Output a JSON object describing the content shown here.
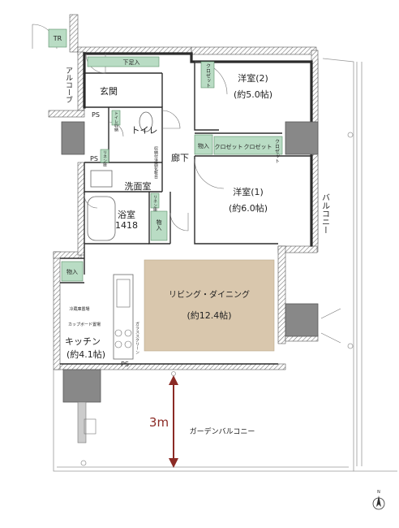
{
  "rooms": {
    "tr": "TR",
    "alcove": "アルコーブ",
    "shoe_closet": "下足入",
    "entrance": "玄関",
    "western2_name": "洋室(2)",
    "western2_area": "(約5.0帖)",
    "closet_w2": "クロゼット",
    "ps_top": "PS",
    "ps_mid": "PS",
    "ps_kitchen": "PS",
    "toilet": "トイレ",
    "toilet_storage": "トイレ収納",
    "hallway": "廊下",
    "storage_hall1": "物入",
    "closet1": "クロゼット",
    "closet2": "クロゼット",
    "closet3": "クロゼット",
    "linen": "リネン庫",
    "wash_storage": "収納付洗面化粧台",
    "washroom": "洗面室",
    "western1_name": "洋室(1)",
    "western1_area": "(約6.0帖)",
    "balcony": "バルコニー",
    "bath_name": "浴室",
    "bath_size": "1418",
    "linen2": "リネン庫",
    "storage_bath": "物入",
    "storage_kitchen": "物入",
    "living_name": "リビング・ダイニング",
    "living_area": "(約12.4帖)",
    "fridge": "冷蔵庫置場",
    "cupboard": "カップボード置場",
    "kitchen_name": "キッチン",
    "kitchen_area": "(約4.1帖)",
    "glass_screen": "ガラススクリーン",
    "dimension": "3m",
    "garden_balcony": "ガーデンバルコニー",
    "compass": "N"
  },
  "colors": {
    "storage": "#b9dcc4",
    "living": "#d9c7ad",
    "shaft": "#888888",
    "dimension_text": "#8b2a25",
    "dimension_arrow": "#8b2a25"
  }
}
